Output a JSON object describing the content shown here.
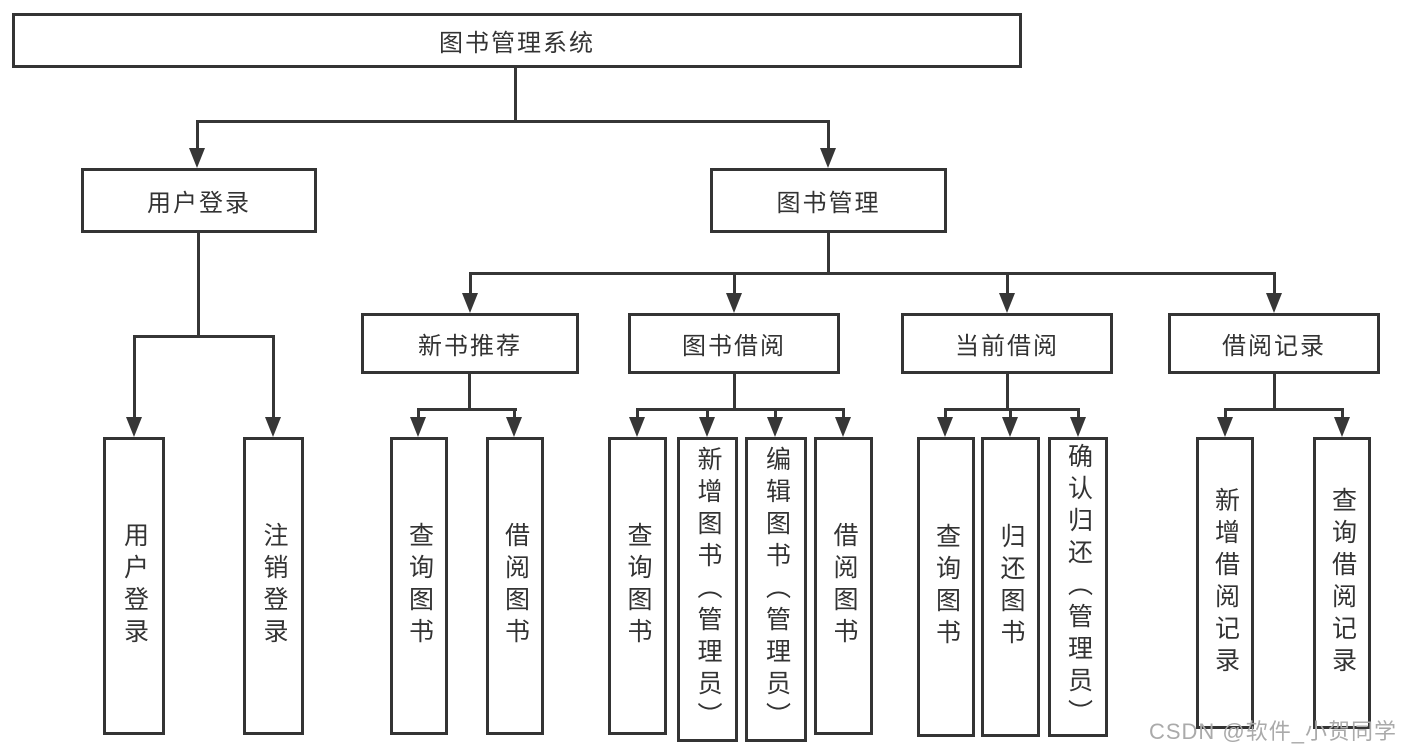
{
  "colors": {
    "line": "#363636",
    "box_border": "#343434",
    "text": "#333333",
    "background": "#ffffff",
    "watermark": "#aaaaaa"
  },
  "watermark": "CSDN @软件_小贺同学",
  "tree": {
    "root": "图书管理系统",
    "branches": [
      {
        "label": "用户登录",
        "children": [
          {
            "label": "用户登录"
          },
          {
            "label": "注销登录"
          }
        ]
      },
      {
        "label": "图书管理",
        "children": [
          {
            "label": "新书推荐",
            "children": [
              {
                "label": "查询图书"
              },
              {
                "label": "借阅图书"
              }
            ]
          },
          {
            "label": "图书借阅",
            "children": [
              {
                "label": "查询图书"
              },
              {
                "label": "新增图书（管理员）"
              },
              {
                "label": "编辑图书（管理员）"
              },
              {
                "label": "借阅图书"
              }
            ]
          },
          {
            "label": "当前借阅",
            "children": [
              {
                "label": "查询图书"
              },
              {
                "label": "归还图书"
              },
              {
                "label": "确认归还（管理员）"
              }
            ]
          },
          {
            "label": "借阅记录",
            "children": [
              {
                "label": "新增借阅记录"
              },
              {
                "label": "查询借阅记录"
              }
            ]
          }
        ]
      }
    ]
  }
}
